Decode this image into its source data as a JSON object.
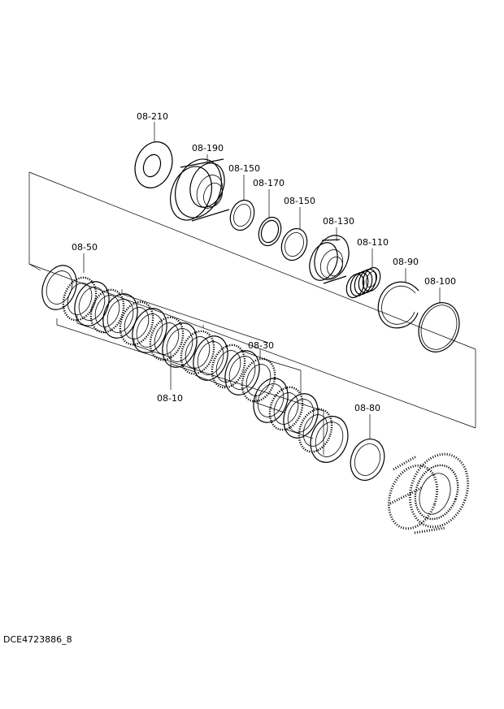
{
  "diagram": {
    "reference_code": "DCE4723886_8",
    "labels": [
      {
        "id": "p08-210",
        "text": "08-210"
      },
      {
        "id": "p08-190",
        "text": "08-190"
      },
      {
        "id": "p08-150a",
        "text": "08-150"
      },
      {
        "id": "p08-170",
        "text": "08-170"
      },
      {
        "id": "p08-150b",
        "text": "08-150"
      },
      {
        "id": "p08-130",
        "text": "08-130"
      },
      {
        "id": "p08-110",
        "text": "08-110"
      },
      {
        "id": "p08-90",
        "text": "08-90"
      },
      {
        "id": "p08-100",
        "text": "08-100"
      },
      {
        "id": "p08-50",
        "text": "08-50"
      },
      {
        "id": "p08-30",
        "text": "08-30"
      },
      {
        "id": "p08-10",
        "text": "08-10"
      },
      {
        "id": "p08-80",
        "text": "08-80"
      }
    ]
  }
}
